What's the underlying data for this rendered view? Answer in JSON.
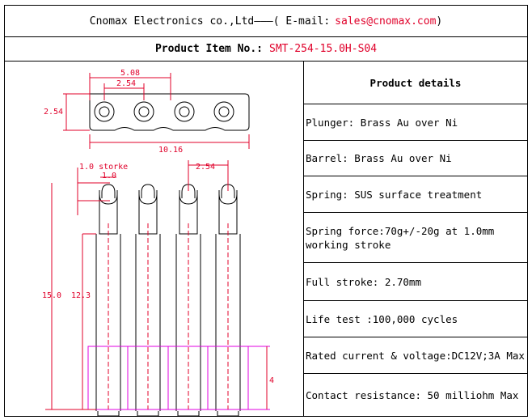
{
  "header": {
    "company": "Cnomax Electronics co.,Ltd———( E-mail:",
    "email": "sales@cnomax.com",
    "close": ")"
  },
  "item": {
    "label": "Product Item No.:",
    "value": "SMT-254-15.0H-S04"
  },
  "drawing": {
    "dim_pitch_outer": "5.08",
    "dim_pitch": "2.54",
    "dim_width": "2.54",
    "dim_length": "10.16",
    "dim_stroke": "1.0 storke",
    "dim_tip": "1.0",
    "dim_pin_pitch": "2.54",
    "dim_total_height": "15.0",
    "dim_body_height": "12.3",
    "dim_base": "4"
  },
  "details": {
    "title": "Product details",
    "rows": [
      "Plunger: Brass Au over Ni",
      "Barrel: Brass Au over Ni",
      "Spring: SUS surface treatment",
      "Spring force:70g+/-20g at 1.0mm working stroke",
      "Full stroke: 2.70mm",
      "Life test :100,000 cycles",
      "Rated current & voltage:DC12V;3A Max",
      "Contact resistance: 50 milliohm Max"
    ]
  },
  "colors": {
    "dimension": "#e0002a",
    "housing": "#e000e0",
    "outline": "#000000"
  }
}
